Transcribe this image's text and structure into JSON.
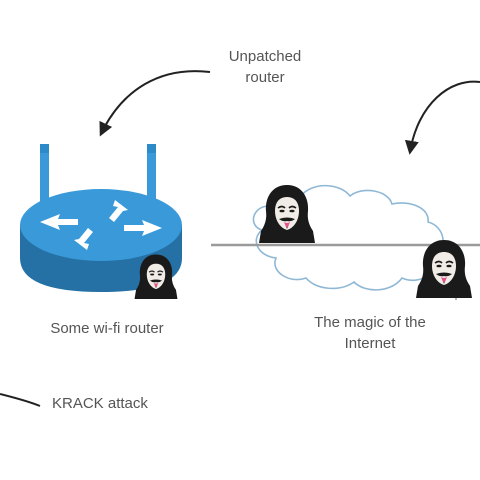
{
  "labels": {
    "unpatched_router": "Unpatched router",
    "router": "Some wi-fi router",
    "internet": "The magic of the Internet",
    "krack_attack": "KRACK attack"
  },
  "icons": {
    "router": "wifi-router-icon",
    "cloud": "internet-cloud-icon",
    "attacker": "anonymous-hacker-icon"
  },
  "colors": {
    "router_blue": "#3a9ad9",
    "router_dark": "#2571a6",
    "antenna_tip": "#2d8ac8",
    "cloud_outline": "#8fb8d6",
    "arrow": "#222222",
    "network_line": "#9a9a9a",
    "label_text": "#555555"
  }
}
